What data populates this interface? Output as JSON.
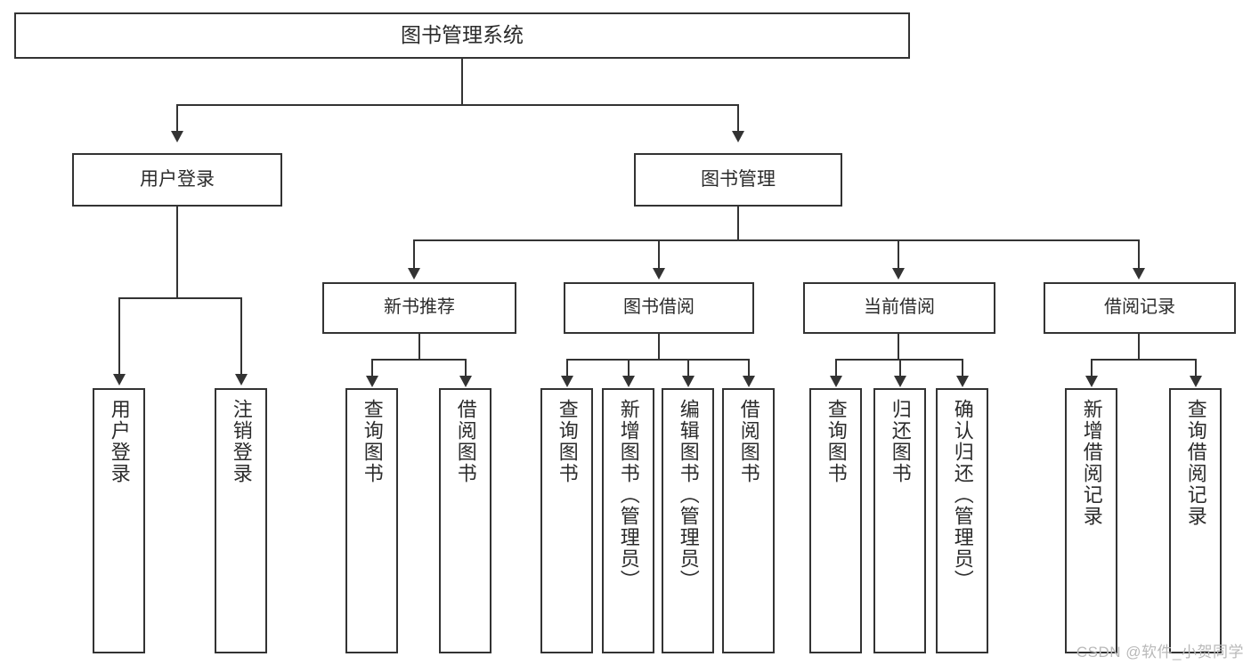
{
  "diagram": {
    "title": "图书管理系统",
    "type": "tree-hierarchy-chart",
    "root": {
      "label": "图书管理系统"
    },
    "level1": [
      {
        "label": "用户登录"
      },
      {
        "label": "图书管理"
      }
    ],
    "level2": [
      {
        "label": "新书推荐"
      },
      {
        "label": "图书借阅"
      },
      {
        "label": "当前借阅"
      },
      {
        "label": "借阅记录"
      }
    ],
    "leaves": {
      "user_login": [
        {
          "label": "用户登录"
        },
        {
          "label": "注销登录"
        }
      ],
      "new_book_recommend": [
        {
          "label": "查询图书"
        },
        {
          "label": "借阅图书"
        }
      ],
      "book_borrow": [
        {
          "label": "查询图书"
        },
        {
          "label": "新增图书（管理员）"
        },
        {
          "label": "编辑图书（管理员）"
        },
        {
          "label": "借阅图书"
        }
      ],
      "current_borrow": [
        {
          "label": "查询图书"
        },
        {
          "label": "归还图书"
        },
        {
          "label": "确认归还（管理员）"
        }
      ],
      "borrow_record": [
        {
          "label": "新增借阅记录"
        },
        {
          "label": "查询借阅记录"
        }
      ]
    }
  },
  "watermark": {
    "text": "CSDN @软件_小贺同学"
  },
  "colors": {
    "stroke": "#333333",
    "text": "#2b2b2b",
    "background": "#ffffff",
    "watermark": "#b9b9b9"
  }
}
